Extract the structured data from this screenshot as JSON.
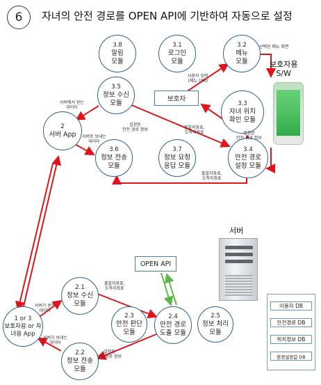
{
  "title": {
    "number": "6",
    "text": "자녀의 안전 경로를 OPEN API에 기반하여 자동으로 설정"
  },
  "nodes": {
    "n38": {
      "id": "3.8",
      "name": "알림 모듈"
    },
    "n31": {
      "id": "3.1",
      "name": "로그인 모듈"
    },
    "n32": {
      "id": "3.2",
      "name": "메뉴 모듈"
    },
    "n35": {
      "id": "3.5",
      "name": "정보 수신 모듈"
    },
    "n33": {
      "id": "3.3",
      "name": "자녀 위치 확인 모듈"
    },
    "n2": {
      "id": "2",
      "name": "서버 App"
    },
    "n36": {
      "id": "3.6",
      "name": "정보 전송 모듈"
    },
    "n37": {
      "id": "3.7",
      "name": "정보 요청 응답 모듈"
    },
    "n34": {
      "id": "3.4",
      "name": "안전 경로 설정 모듈"
    },
    "n21": {
      "id": "2.1",
      "name": "정보 수신 모듈"
    },
    "n23": {
      "id": "2.3",
      "name": "안전 판단 모듈"
    },
    "n24": {
      "id": "2.4",
      "name": "안전 경로 도출 모듈"
    },
    "n25": {
      "id": "2.5",
      "name": "정보 처리 모듈"
    },
    "n1": {
      "id": "1 or 3",
      "name": "보호자용 or 자녀용 App"
    },
    "n22": {
      "id": "2.2",
      "name": "정보 전송 모듈"
    }
  },
  "guardian_box": "보호자",
  "openapi_box": "OPEN API",
  "labels": {
    "selected_menu": "선택된 메뉴 화면",
    "user_input": "사용자 입력\n(메뉴 선택)",
    "recv_from_server": "서버에서 받는\n데이터",
    "send_to_server": "서버로 보내는\n데이터",
    "set_route_info": "설정된\n안전 경로 정보",
    "start_dest_1": "출발지좌표,\n도착지좌표",
    "set_route_2": "설정된\n안전 경로 정보",
    "start_dest_2": "출발지좌표,\n도착지좌표",
    "start_dest_3": "출발지좌표,\n도착지좌표",
    "server_recv": "서버가 받은\n데이터",
    "server_send": "서버가 보내는\n데이터",
    "set_route_3": "설정된\n안전경로 정보"
  },
  "guardian_sw": "보호자용\nS/W",
  "server_label": "서버",
  "db_items": [
    "이용자 DB",
    "안전경로 DB",
    "위치정보 DB",
    "환경설정값 DB"
  ],
  "colors": {
    "arrow": "#e0141a",
    "node_border": "#2e5f8a",
    "api_arrow": "#5cb84a"
  }
}
